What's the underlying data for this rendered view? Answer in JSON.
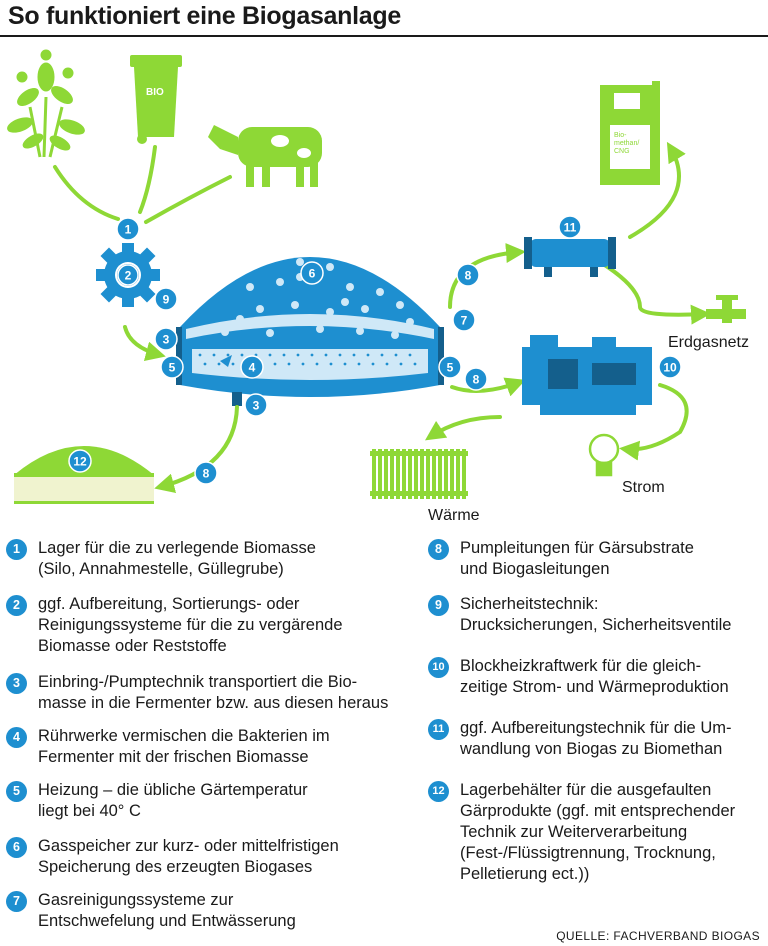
{
  "title": "So funktioniert eine Biogasanlage",
  "labels": {
    "erdgasnetz": "Erdgasnetz",
    "strom": "Strom",
    "waerme": "Wärme",
    "bio_bin": "BIO",
    "cng_sign": "Bio-\nmethan/\nCNG"
  },
  "legend": [
    {
      "num": "1",
      "text": "Lager für die zu verlegende Biomasse\n(Silo, Annahmestelle, Güllegrube)"
    },
    {
      "num": "2",
      "text": "ggf. Aufbereitung, Sortierungs- oder\nReinigungssysteme für die zu vergärende\nBiomasse oder Reststoffe"
    },
    {
      "num": "3",
      "text": "Einbring-/Pumptechnik transportiert die Bio-\nmasse in die Fermenter bzw. aus diesen heraus"
    },
    {
      "num": "4",
      "text": "Rührwerke vermischen die Bakterien im\nFermenter mit der frischen Biomasse"
    },
    {
      "num": "5",
      "text": "Heizung – die übliche Gärtemperatur\nliegt bei 40° C"
    },
    {
      "num": "6",
      "text": "Gasspeicher zur kurz- oder mittelfristigen\nSpeicherung des erzeugten Biogases"
    },
    {
      "num": "7",
      "text": "Gasreinigungssysteme zur\nEntschwefelung und Entwässerung"
    },
    {
      "num": "8",
      "text": "Pumpleitungen für Gärsubstrate\nund Biogasleitungen"
    },
    {
      "num": "9",
      "text": "Sicherheitstechnik:\nDrucksicherungen, Sicherheitsventile"
    },
    {
      "num": "10",
      "text": "Blockheizkraftwerk für die gleich-\nzeitige Strom- und Wärmeproduktion"
    },
    {
      "num": "11",
      "text": "ggf.  Aufbereitungstechnik für die Um-\nwandlung von Biogas zu Biomethan"
    },
    {
      "num": "12",
      "text": "Lagerbehälter für die ausgefaulten\nGärprodukte (ggf. mit entsprechender\nTechnik zur Weiterverarbeitung\n(Fest-/Flüssigtrennung, Trocknung,\nPelletierung ect.))"
    }
  ],
  "source": "QUELLE: FACHVERBAND BIOGAS",
  "colors": {
    "green": "#8ed836",
    "blue": "#1e8fd0",
    "light_blue": "#cfe8f7"
  }
}
